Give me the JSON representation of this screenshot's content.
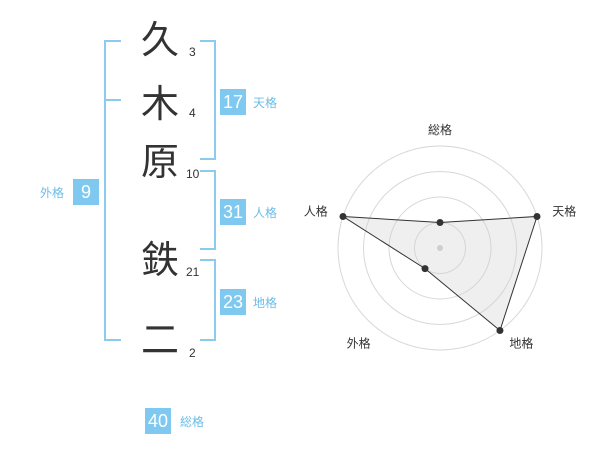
{
  "name": {
    "chars": [
      {
        "char": "久",
        "strokes": "3"
      },
      {
        "char": "木",
        "strokes": "4"
      },
      {
        "char": "原",
        "strokes": "10"
      },
      {
        "char": "鉄",
        "strokes": "21"
      },
      {
        "char": "二",
        "strokes": "2"
      }
    ]
  },
  "fortune": {
    "tenkaku": {
      "value": "17",
      "label": "天格"
    },
    "jinkaku": {
      "value": "31",
      "label": "人格"
    },
    "chikaku": {
      "value": "23",
      "label": "地格"
    },
    "gaikaku": {
      "value": "9",
      "label": "外格"
    },
    "soukaku": {
      "value": "40",
      "label": "総格"
    }
  },
  "colors": {
    "accent": "#7fc9f0",
    "bracket": "#8ccaf0",
    "label": "#6cbce8",
    "text": "#333333"
  },
  "chart_data": {
    "type": "radar",
    "axes": [
      "総格",
      "天格",
      "地格",
      "外格",
      "人格"
    ],
    "values": [
      1,
      4,
      4,
      1,
      4
    ],
    "range": [
      0,
      4
    ],
    "rings": 4
  }
}
